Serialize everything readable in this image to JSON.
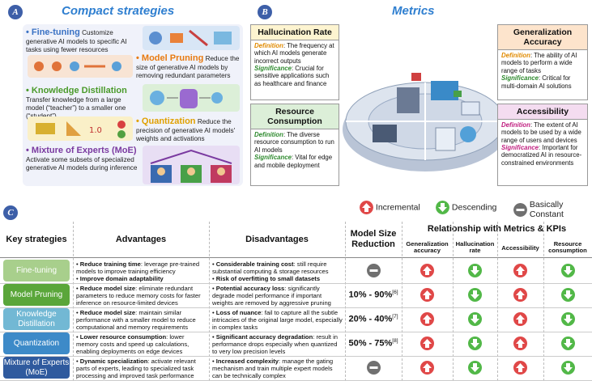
{
  "panels": {
    "a_letter": "A",
    "a_title": "Compact strategies",
    "b_letter": "B",
    "b_title": "Metrics",
    "c_letter": "C"
  },
  "strategies": [
    {
      "name": "Fine-tuning",
      "desc": "Customize generative AI models to specific AI tasks using fewer resources",
      "color": "#3a72c4"
    },
    {
      "name": "Model Pruning",
      "desc": "Reduce the size of generative AI models by removing redundant parameters",
      "color": "#e87a10"
    },
    {
      "name": "Knowledge Distillation",
      "desc": "Transfer knowledge from a large model (“teacher”) to a smaller one (“student”)",
      "color": "#4a9a2a"
    },
    {
      "name": "Quantization",
      "desc": "Reduce the precision of generative AI models' weights and activations",
      "color": "#e0a000"
    },
    {
      "name": "Mixture of Experts (MoE)",
      "desc": "Activate some subsets of specialized generative AI models during inference",
      "color": "#7a3aa0"
    }
  ],
  "metrics": {
    "def_label": "Definition",
    "sig_label": "Significance",
    "hallucination": {
      "title": "Hallucination Rate",
      "def": "The frequency at which AI models generate incorrect outputs",
      "sig": "Crucial for sensitive applications such as healthcare and finance"
    },
    "generalization": {
      "title": "Generalization Accuracy",
      "def": "The ability of AI models to perform a wide range of tasks",
      "sig": "Critical for multi-domain AI solutions"
    },
    "resource": {
      "title": "Resource Consumption",
      "def": "The diverse resource consumption to run AI models",
      "sig": "Vital for edge and mobile deployment"
    },
    "accessibility": {
      "title": "Accessibility",
      "def": "The extent of AI models to be used by a wide range of users and devices",
      "sig": "Important for democratized AI in resource-constrained environments"
    }
  },
  "legend": {
    "incremental": "Incremental",
    "descending": "Descending",
    "constant": "Basically Constant"
  },
  "colors": {
    "incremental": "#e04848",
    "descending": "#52b848",
    "constant": "#707070"
  },
  "table": {
    "headers": {
      "strategies": "Key strategies",
      "advantages": "Advantages",
      "disadvantages": "Disadvantages",
      "reduction": "Model Size Reduction",
      "relationship": "Relationship with Metrics & KPIs",
      "generalization": "Generalization accuracy",
      "hallucination": "Hallucination rate",
      "accessibility": "Accessibility",
      "resource": "Resource consumption"
    },
    "rows": [
      {
        "name": "Fine-tuning",
        "color": "#a8cf8c",
        "adv": [
          {
            "b": "Reduce training time",
            "t": ": leverage pre-trained models to improve training efficiency"
          },
          {
            "b": "Improve domain adaptability",
            "t": ""
          }
        ],
        "dis": [
          {
            "b": "Considerable training cost",
            "t": ": still require substantial computing & storage resources"
          },
          {
            "b": "Risk of overfitting to small datasets",
            "t": ""
          }
        ],
        "reduction": "",
        "ref": "",
        "icons": [
          "constant",
          "incremental",
          "descending",
          "incremental",
          "descending"
        ]
      },
      {
        "name": "Model Pruning",
        "color": "#5aa63a",
        "adv": [
          {
            "b": "Reduce model size",
            "t": ": eliminate redundant parameters to reduce memory costs for faster inference on resource-limited devices"
          }
        ],
        "dis": [
          {
            "b": "Potential accuracy loss",
            "t": ": significantly degrade model performance if important weights are removed by aggressive pruning"
          }
        ],
        "reduction": "10% - 90%",
        "ref": "[6]",
        "icons": [
          "descending",
          "incremental",
          "descending",
          "incremental",
          "descending"
        ]
      },
      {
        "name": "Knowledge Distillation",
        "color": "#72b8d4",
        "adv": [
          {
            "b": "Reduce model size",
            "t": ": maintain similar performance with a smaller model to reduce computational and memory requirements"
          }
        ],
        "dis": [
          {
            "b": "Loss of nuance",
            "t": ": fail to capture all the subtle intricacies of the original large model, especially in complex tasks"
          }
        ],
        "reduction": "20% - 40%",
        "ref": "[7]",
        "icons": [
          "descending",
          "incremental",
          "descending",
          "incremental",
          "descending"
        ]
      },
      {
        "name": "Quantization",
        "color": "#3d8ac8",
        "adv": [
          {
            "b": "Lower resource consumption",
            "t": ": lower memory costs and speed up calculations, enabling deployments on edge devices"
          }
        ],
        "dis": [
          {
            "b": "Significant accuracy degradation",
            "t": ": result in performance drops especially when quantized to very low precision levels"
          }
        ],
        "reduction": "50% - 75%",
        "ref": "[8]",
        "icons": [
          "descending",
          "incremental",
          "descending",
          "incremental",
          "descending"
        ]
      },
      {
        "name": "Mixture of Experts (MoE)",
        "color": "#2f5a9e",
        "adv": [
          {
            "b": "Dynamic specialization",
            "t": ": activate relevant parts of experts, leading to specialized task processing and improved task performance"
          }
        ],
        "dis": [
          {
            "b": "Increased complexity",
            "t": ": manage the gating mechanism and train multiple expert models can be technically complex"
          }
        ],
        "reduction": "",
        "ref": "",
        "icons": [
          "constant",
          "incremental",
          "descending",
          "incremental",
          "descending"
        ]
      }
    ]
  }
}
